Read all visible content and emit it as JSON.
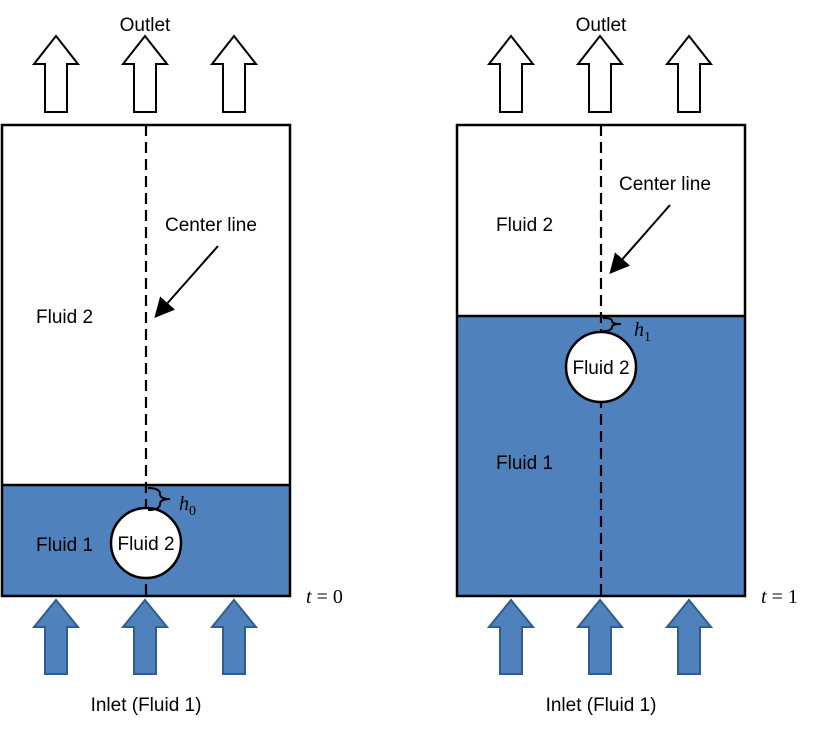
{
  "colors": {
    "fluid1": "#4f81bd",
    "inlet_arrow_fill": "#4f81bd",
    "inlet_arrow_stroke": "#2f5d8c",
    "outlet_arrow_fill": "#ffffff",
    "line": "#000000"
  },
  "left_panel": {
    "outlet_label": "Outlet",
    "inlet_label": "Inlet (Fluid 1)",
    "upper_fluid_label": "Fluid 2",
    "lower_fluid_label": "Fluid 1",
    "bubble_label": "Fluid 2",
    "centerline_label": "Center line",
    "gap_label": {
      "symbol": "h",
      "subscript": "0"
    },
    "time_label": {
      "variable": "t",
      "operator": " = ",
      "value": "0"
    }
  },
  "right_panel": {
    "outlet_label": "Outlet",
    "inlet_label": "Inlet (Fluid 1)",
    "upper_fluid_label": "Fluid 2",
    "lower_fluid_label": "Fluid 1",
    "bubble_label": "Fluid 2",
    "centerline_label": "Center line",
    "gap_label": {
      "symbol": "h",
      "subscript": "1"
    },
    "time_label": {
      "variable": "t",
      "operator": " = ",
      "value": "1"
    }
  }
}
